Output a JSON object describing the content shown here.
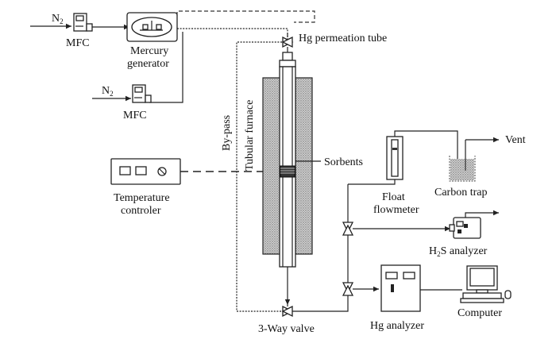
{
  "labels": {
    "n2_top": "N",
    "n2_top_sub": "2",
    "mfc_top": "MFC",
    "mercury_generator_1": "Mercury",
    "mercury_generator_2": "generator",
    "hg_permeation_tube": "Hg permeation tube",
    "n2_bottom": "N",
    "n2_bottom_sub": "2",
    "mfc_bottom": "MFC",
    "by_pass": "By-pass",
    "tubular_furnace": "Tubular furnace",
    "sorbents": "Sorbents",
    "temperature_controler_1": "Temperature",
    "temperature_controler_2": "controler",
    "float_flowmeter_1": "Float",
    "float_flowmeter_2": "flowmeter",
    "carbon_trap": "Carbon trap",
    "vent": "Vent",
    "h2s_analyzer_pre": "H",
    "h2s_analyzer_sub": "2",
    "h2s_analyzer_post": "S analyzer",
    "three_way_valve": "3-Way valve",
    "hg_analyzer": "Hg analyzer",
    "computer": "Computer"
  },
  "colors": {
    "line": "#222222",
    "shading": "#9a9a9a",
    "background": "#ffffff"
  },
  "icons": [
    "mfc-icon",
    "valve-icon",
    "computer-icon",
    "analyzer-icon"
  ]
}
